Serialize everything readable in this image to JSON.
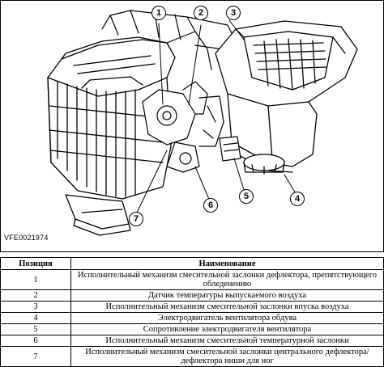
{
  "figure": {
    "reference_code": "VFE0021974",
    "callouts": [
      "1",
      "2",
      "3",
      "4",
      "5",
      "6",
      "7"
    ]
  },
  "table": {
    "headers": {
      "position": "Позиция",
      "name": "Наименование"
    },
    "rows": [
      {
        "position": "1",
        "name": "Исполнительный механизм смесительной заслонки дефлектора, препятствующего обледенению"
      },
      {
        "position": "2",
        "name": "Датчик температуры выпускаемого воздуха"
      },
      {
        "position": "3",
        "name": "Исполнительный механизм смесительной заслонки впуска воздуха"
      },
      {
        "position": "4",
        "name": "Электродвигатель вентилятора обдува"
      },
      {
        "position": "5",
        "name": "Сопротивление электродвигателя вентилятора"
      },
      {
        "position": "6",
        "name": "Исполнительный механизм смесительной температурной заслонки"
      },
      {
        "position": "7",
        "name": "Исполнительный механизм смесительной заслонки центрального дефлектора/дефлектора ниши для ног"
      }
    ]
  }
}
